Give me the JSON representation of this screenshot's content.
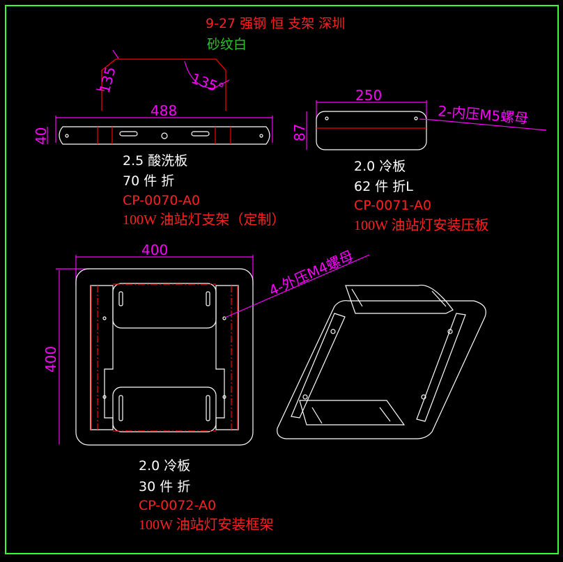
{
  "header": {
    "title": "9-27 强钢 恒 支架 深圳",
    "finish": "砂纹白"
  },
  "colors": {
    "background": "#000000",
    "border": "#33ff33",
    "dimension": "#ff00ff",
    "outline": "#ffffff",
    "bend": "#ff0000",
    "title": "#ff2020",
    "finish": "#22cc22"
  },
  "parts": [
    {
      "material": "2.5 酸洗板",
      "qty": "70 件 折",
      "code": "CP-0070-A0",
      "name": "100W 油站灯支架（定制）",
      "dims": {
        "angle_left": "135",
        "angle_right": "135°",
        "length": "488",
        "width": "40"
      }
    },
    {
      "material": "2.0 冷板",
      "qty": "62 件 折L",
      "code": "CP-0071-A0",
      "name": "100W 油站灯安装压板",
      "dims": {
        "length": "250",
        "width": "87",
        "note": "2-内压M5螺母"
      }
    },
    {
      "material": "2.0  冷板",
      "qty": "30  件  折",
      "code": "CP-0072-A0",
      "name": "100W 油站灯安装框架",
      "dims": {
        "length": "400",
        "height": "400",
        "note": "4-外压M4螺母"
      }
    }
  ]
}
